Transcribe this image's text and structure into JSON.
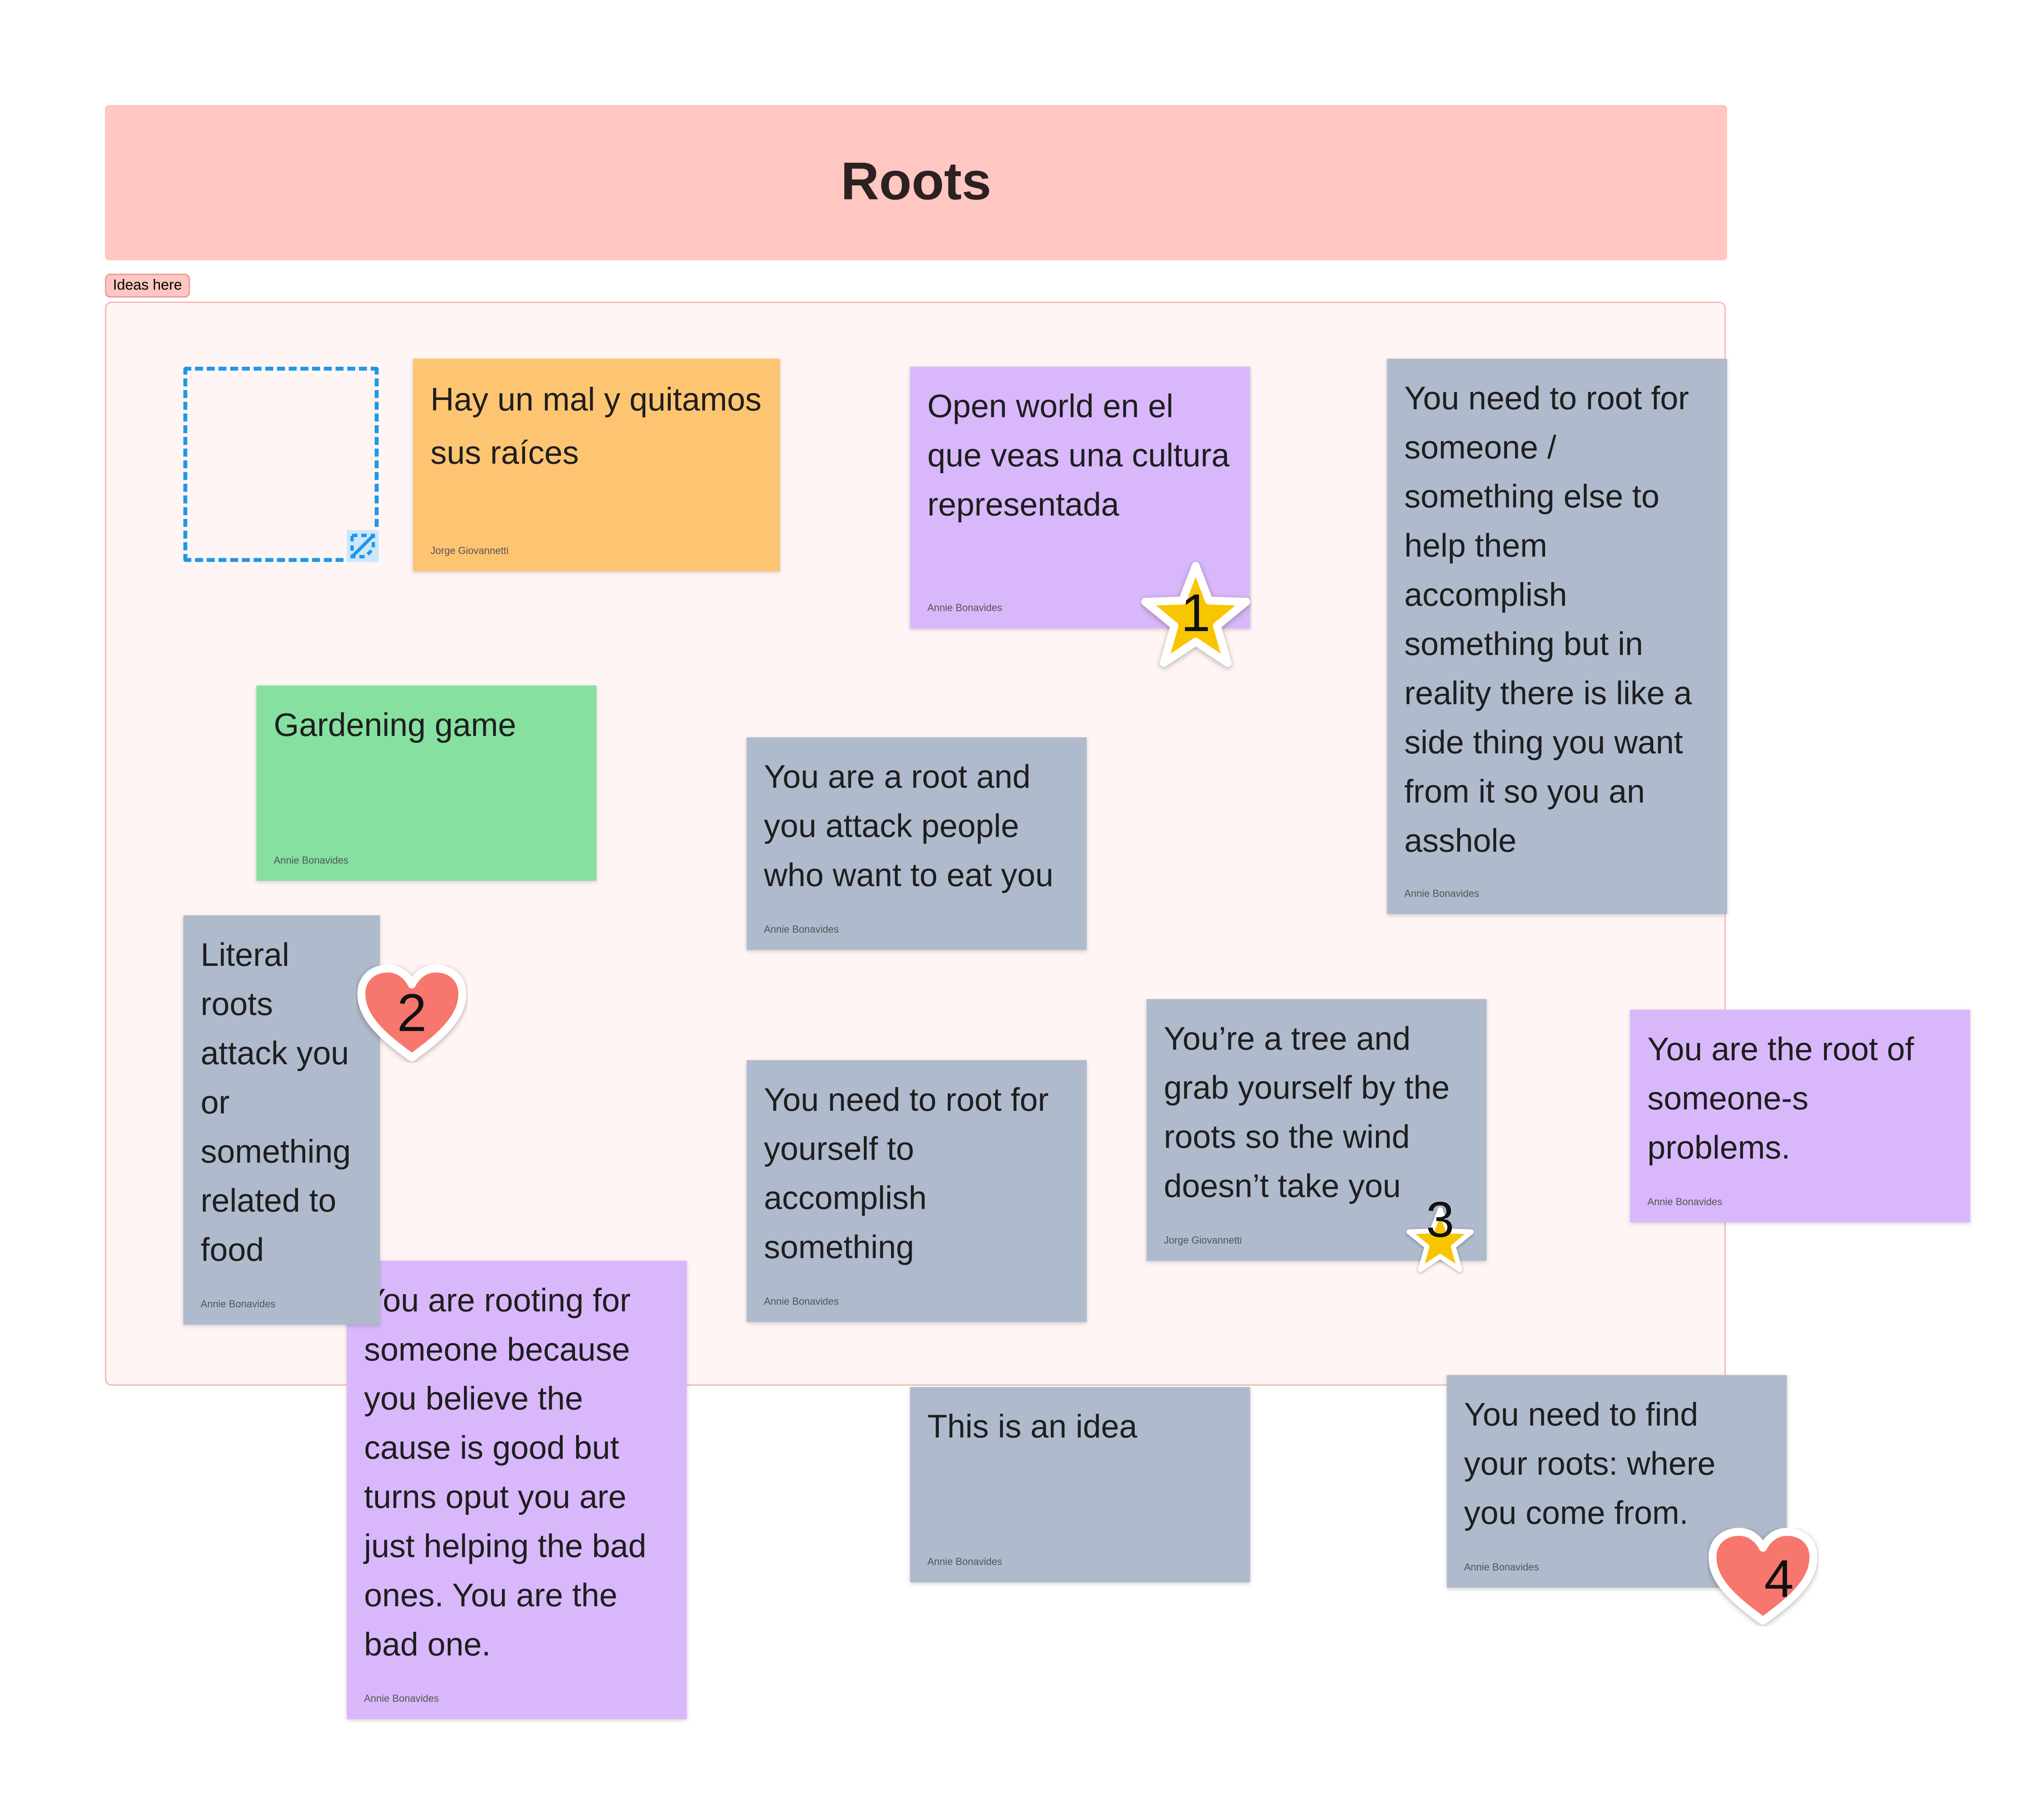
{
  "board": {
    "title": "Roots",
    "section_label": "Ideas here"
  },
  "stickies": [
    {
      "text": "Hay un mal y quitamos sus raíces",
      "author": "Jorge Giovannetti",
      "color": "#fdc572"
    },
    {
      "text": "Open world en el que veas una cultura representada",
      "author": "Annie Bonavides",
      "color": "#d8b8fb"
    },
    {
      "text": "You need to root for someone / something else to help them accomplish something but in reality there is like a side thing you want from it so you an asshole",
      "author": "Annie Bonavides",
      "color": "#afbacd"
    },
    {
      "text": "Gardening game",
      "author": "Annie Bonavides",
      "color": "#86e0a0"
    },
    {
      "text": "You are a root and you attack people who want to eat you",
      "author": "Annie Bonavides",
      "color": "#afbacd"
    },
    {
      "text": "Literal roots attack you or something related to food",
      "author": "Annie Bonavides",
      "color": "#afbacd"
    },
    {
      "text": "You need to root for yourself to accomplish something",
      "author": "Annie Bonavides",
      "color": "#afbacd"
    },
    {
      "text": "You’re a tree and grab yourself by the roots so the wind doesn’t take you",
      "author": "Jorge Giovannetti",
      "color": "#afbacd"
    },
    {
      "text": "You are the root of someone-s problems.",
      "author": "Annie Bonavides",
      "color": "#d8b8fb"
    },
    {
      "text": "You are rooting for someone because you believe the cause is good but turns oput you are just helping the bad ones. You are the bad one.",
      "author": "Annie Bonavides",
      "color": "#d8b8fb"
    },
    {
      "text": "This is an idea",
      "author": "Annie Bonavides",
      "color": "#afbacd"
    },
    {
      "text": "You need to find your roots: where you come from.",
      "author": "Annie Bonavides",
      "color": "#afbacd"
    }
  ],
  "stickers": [
    {
      "icon": "star-icon",
      "number": "1",
      "color": "#f8c600"
    },
    {
      "icon": "heart-icon",
      "number": "2",
      "color": "#f7766d"
    },
    {
      "icon": "star-icon",
      "number": "3",
      "color": "#f8c600"
    },
    {
      "icon": "heart-icon",
      "number": "4",
      "color": "#f7766d"
    }
  ]
}
